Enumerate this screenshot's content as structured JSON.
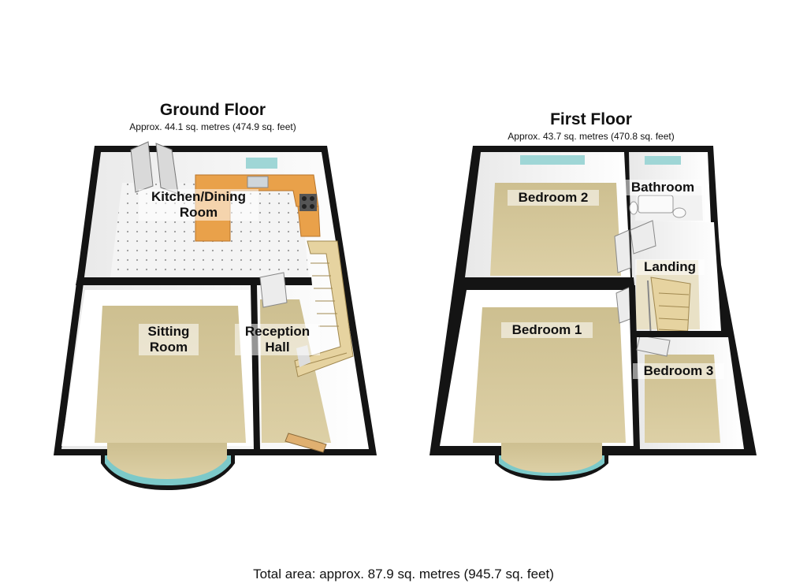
{
  "ground_floor": {
    "title": "Ground Floor",
    "area": "Approx. 44.1 sq. metres (474.9 sq. feet)",
    "rooms": {
      "kitchen_line1": "Kitchen/Dining",
      "kitchen_line2": "Room",
      "sitting_line1": "Sitting",
      "sitting_line2": "Room",
      "hall_line1": "Reception",
      "hall_line2": "Hall"
    }
  },
  "first_floor": {
    "title": "First Floor",
    "area": "Approx. 43.7 sq. metres (470.8 sq. feet)",
    "rooms": {
      "bedroom2": "Bedroom 2",
      "bathroom": "Bathroom",
      "landing": "Landing",
      "bedroom1": "Bedroom 1",
      "bedroom3": "Bedroom 3"
    }
  },
  "total_area": "Total area: approx. 87.9 sq. metres (945.7 sq. feet)",
  "colors": {
    "wall": "#111111",
    "wall_inner": "#ffffff",
    "carpet": "#d8cba0",
    "carpet_edge": "#c9ba88",
    "tile": "#f4f4f4",
    "worktop": "#e9a14a",
    "stairs": "#e6d3a0",
    "bay_glass": "#6fc3c3"
  }
}
